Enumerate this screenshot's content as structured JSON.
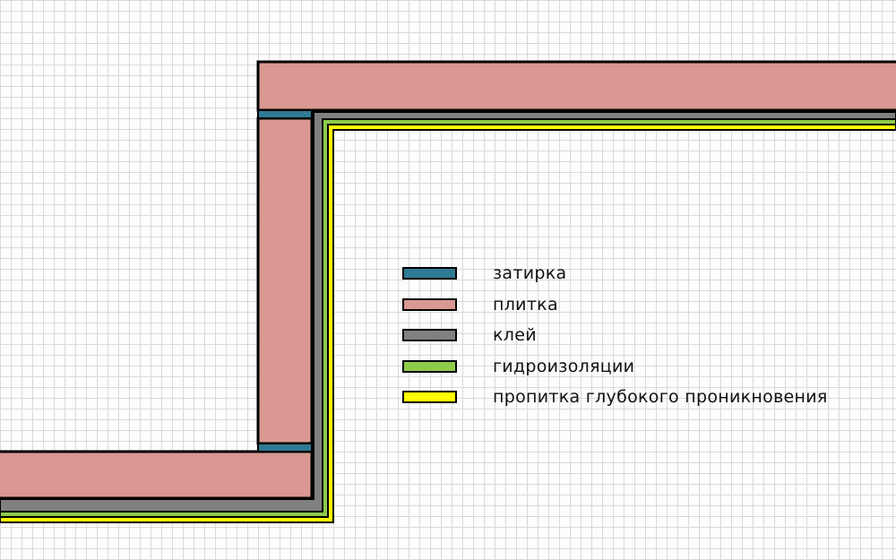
{
  "colors": {
    "grout": "#2f7a94",
    "tile": "#d99891",
    "glue": "#808080",
    "waterproofing": "#8ecb4a",
    "primer": "#ffff00",
    "outline": "#000000"
  },
  "legend": [
    {
      "key": "grout",
      "label": "затирка"
    },
    {
      "key": "tile",
      "label": "плитка"
    },
    {
      "key": "glue",
      "label": "клей"
    },
    {
      "key": "waterproofing",
      "label": "гидроизоляции"
    },
    {
      "key": "primer",
      "label": "пропитка глубокого проникновения"
    }
  ]
}
